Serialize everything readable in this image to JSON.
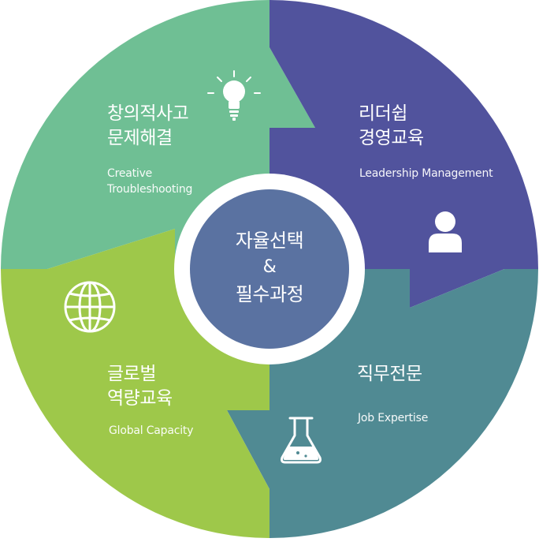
{
  "colors": {
    "creative": "#6fbf94",
    "leadership": "#51539d",
    "job": "#508a93",
    "global": "#9ec84a",
    "center": "#5a72a1",
    "ring": "#ffffff"
  },
  "center": {
    "line1": "자율선택",
    "line2": "&",
    "line3": "필수과정"
  },
  "quadrants": {
    "creative": {
      "title_line1": "창의적사고",
      "title_line2": "문제해결",
      "subtitle_line1": "Creative",
      "subtitle_line2": "Troubleshooting",
      "icon": "lightbulb-icon"
    },
    "leadership": {
      "title_line1": "리더쉽",
      "title_line2": "경영교육",
      "subtitle": "Leadership Management",
      "icon": "person-icon"
    },
    "job": {
      "title": "직무전문",
      "subtitle": "Job Expertise",
      "icon": "flask-icon"
    },
    "global": {
      "title_line1": "글로벌",
      "title_line2": "역량교육",
      "subtitle": "Global Capacity",
      "icon": "globe-icon"
    }
  }
}
